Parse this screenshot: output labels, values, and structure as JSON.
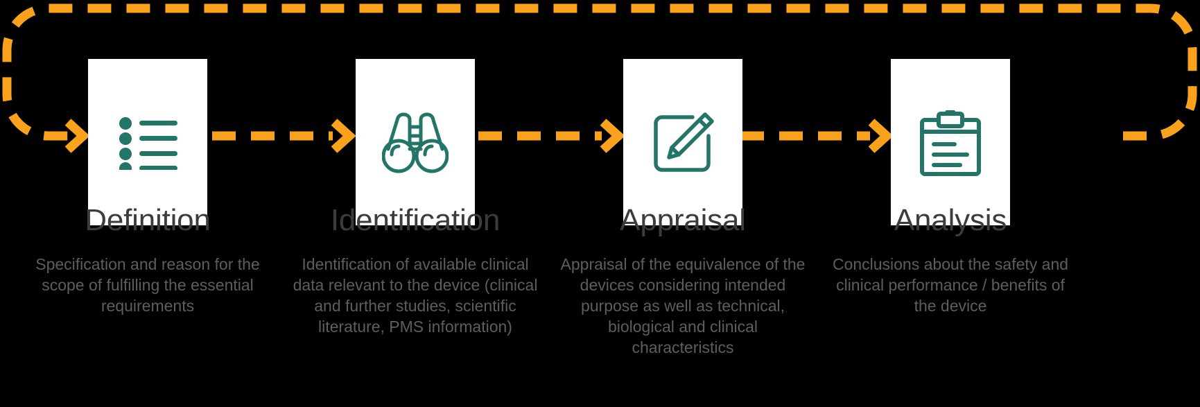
{
  "diagram": {
    "title": "Clinical evaluation process cycle",
    "background_color": "#000000",
    "accent_color": "#FAA21B",
    "icon_color": "#227567",
    "card_color": "#FFFFFF",
    "title_color": "#3C3C3C",
    "body_color": "#5A5F60",
    "loop": {
      "style": "dashed",
      "direction": "clockwise-return",
      "label": "process-loop"
    },
    "steps": [
      {
        "id": "definition",
        "title": "Definition",
        "icon": "checklist-icon",
        "description": "Specification and reason for the scope of fulfilling the essential requirements"
      },
      {
        "id": "identification",
        "title": "Identification",
        "icon": "binoculars-icon",
        "description": "Identification of available clinical data relevant to the device (clinical and further studies, scientific literature, PMS information)"
      },
      {
        "id": "appraisal",
        "title": "Appraisal",
        "icon": "edit-pencil-icon",
        "description": "Appraisal of the equivalence of the devices considering intended purpose as well as technical, biological and clinical characteristics"
      },
      {
        "id": "analysis",
        "title": "Analysis",
        "icon": "clipboard-icon",
        "description": "Conclusions about the safety and clinical performance / benefits of the device"
      }
    ],
    "arrows": [
      {
        "name": "arrow-into-definition"
      },
      {
        "name": "arrow-definition-to-identification"
      },
      {
        "name": "arrow-identification-to-appraisal"
      },
      {
        "name": "arrow-appraisal-to-analysis"
      }
    ]
  }
}
